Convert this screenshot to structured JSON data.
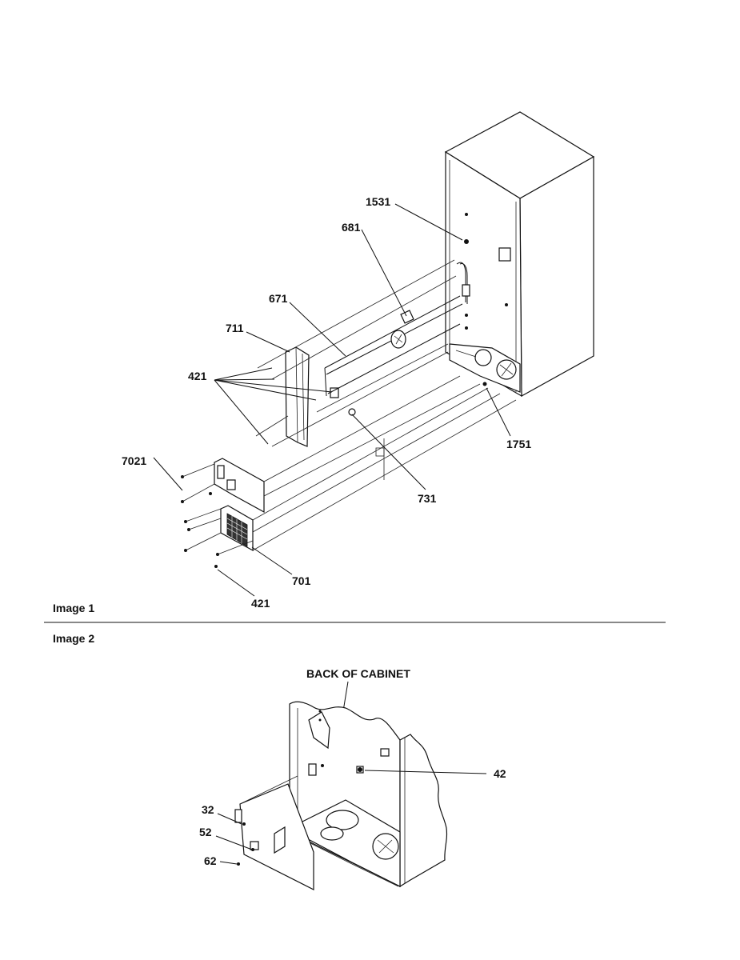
{
  "image1": {
    "caption": "Image 1",
    "callouts": {
      "c1531": "1531",
      "c681": "681",
      "c671": "671",
      "c711": "711",
      "c421a": "421",
      "c7021": "7021",
      "c1751": "1751",
      "c731": "731",
      "c701": "701",
      "c421b": "421"
    }
  },
  "image2": {
    "caption": "Image 2",
    "title": "BACK OF CABINET",
    "callouts": {
      "c42": "42",
      "c32": "32",
      "c52": "52",
      "c62": "62"
    }
  }
}
